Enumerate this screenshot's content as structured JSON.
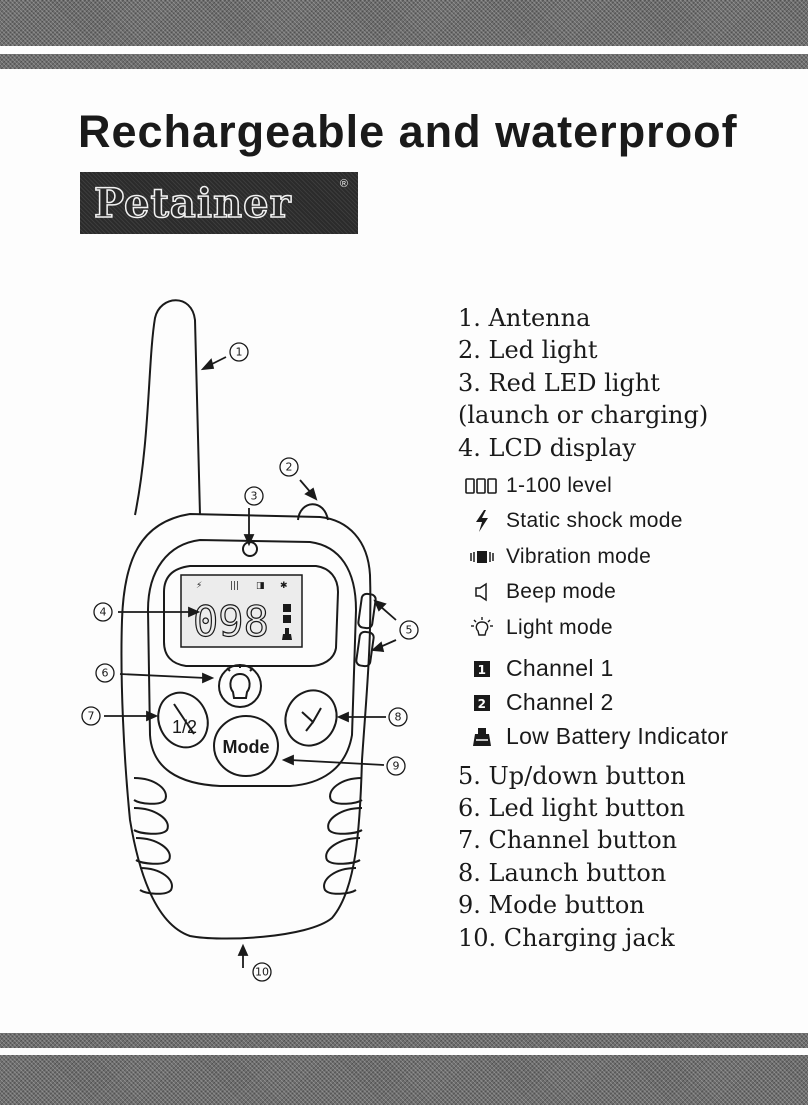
{
  "title": "Rechargeable and waterproof",
  "brand": {
    "logo_text": "Petainer",
    "registered_mark": "®"
  },
  "lcd": {
    "reading": "098"
  },
  "device_buttons": {
    "half_label": "1/2",
    "mode_label": "Mode"
  },
  "callouts": [
    "1",
    "2",
    "3",
    "4",
    "5",
    "6",
    "7",
    "8",
    "9",
    "10"
  ],
  "parts_top": [
    "1. Antenna",
    "2. Led light",
    "3. Red LED light",
    "(launch or charging)",
    "4. LCD display"
  ],
  "lcd_modes": [
    {
      "icon": "digits-icon",
      "label": "1-100 level"
    },
    {
      "icon": "lightning-icon",
      "label": "Static shock mode"
    },
    {
      "icon": "vibration-icon",
      "label": "Vibration mode"
    },
    {
      "icon": "speaker-icon",
      "label": "Beep mode"
    },
    {
      "icon": "bulb-icon",
      "label": "Light mode"
    }
  ],
  "channels": [
    {
      "icon": "channel-1-icon",
      "glyph": "1",
      "label": "Channel 1"
    },
    {
      "icon": "channel-2-icon",
      "glyph": "2",
      "label": "Channel 2"
    },
    {
      "icon": "low-battery-icon",
      "label": "Low Battery Indicator"
    }
  ],
  "parts_bottom": [
    "5. Up/down button",
    "6. Led light button",
    "7. Channel button",
    "8. Launch button",
    "9. Mode button",
    "10. Charging jack"
  ],
  "colors": {
    "ink": "#1a1a1a",
    "band": "#6e6e6e",
    "paper": "#fdfdfd"
  }
}
